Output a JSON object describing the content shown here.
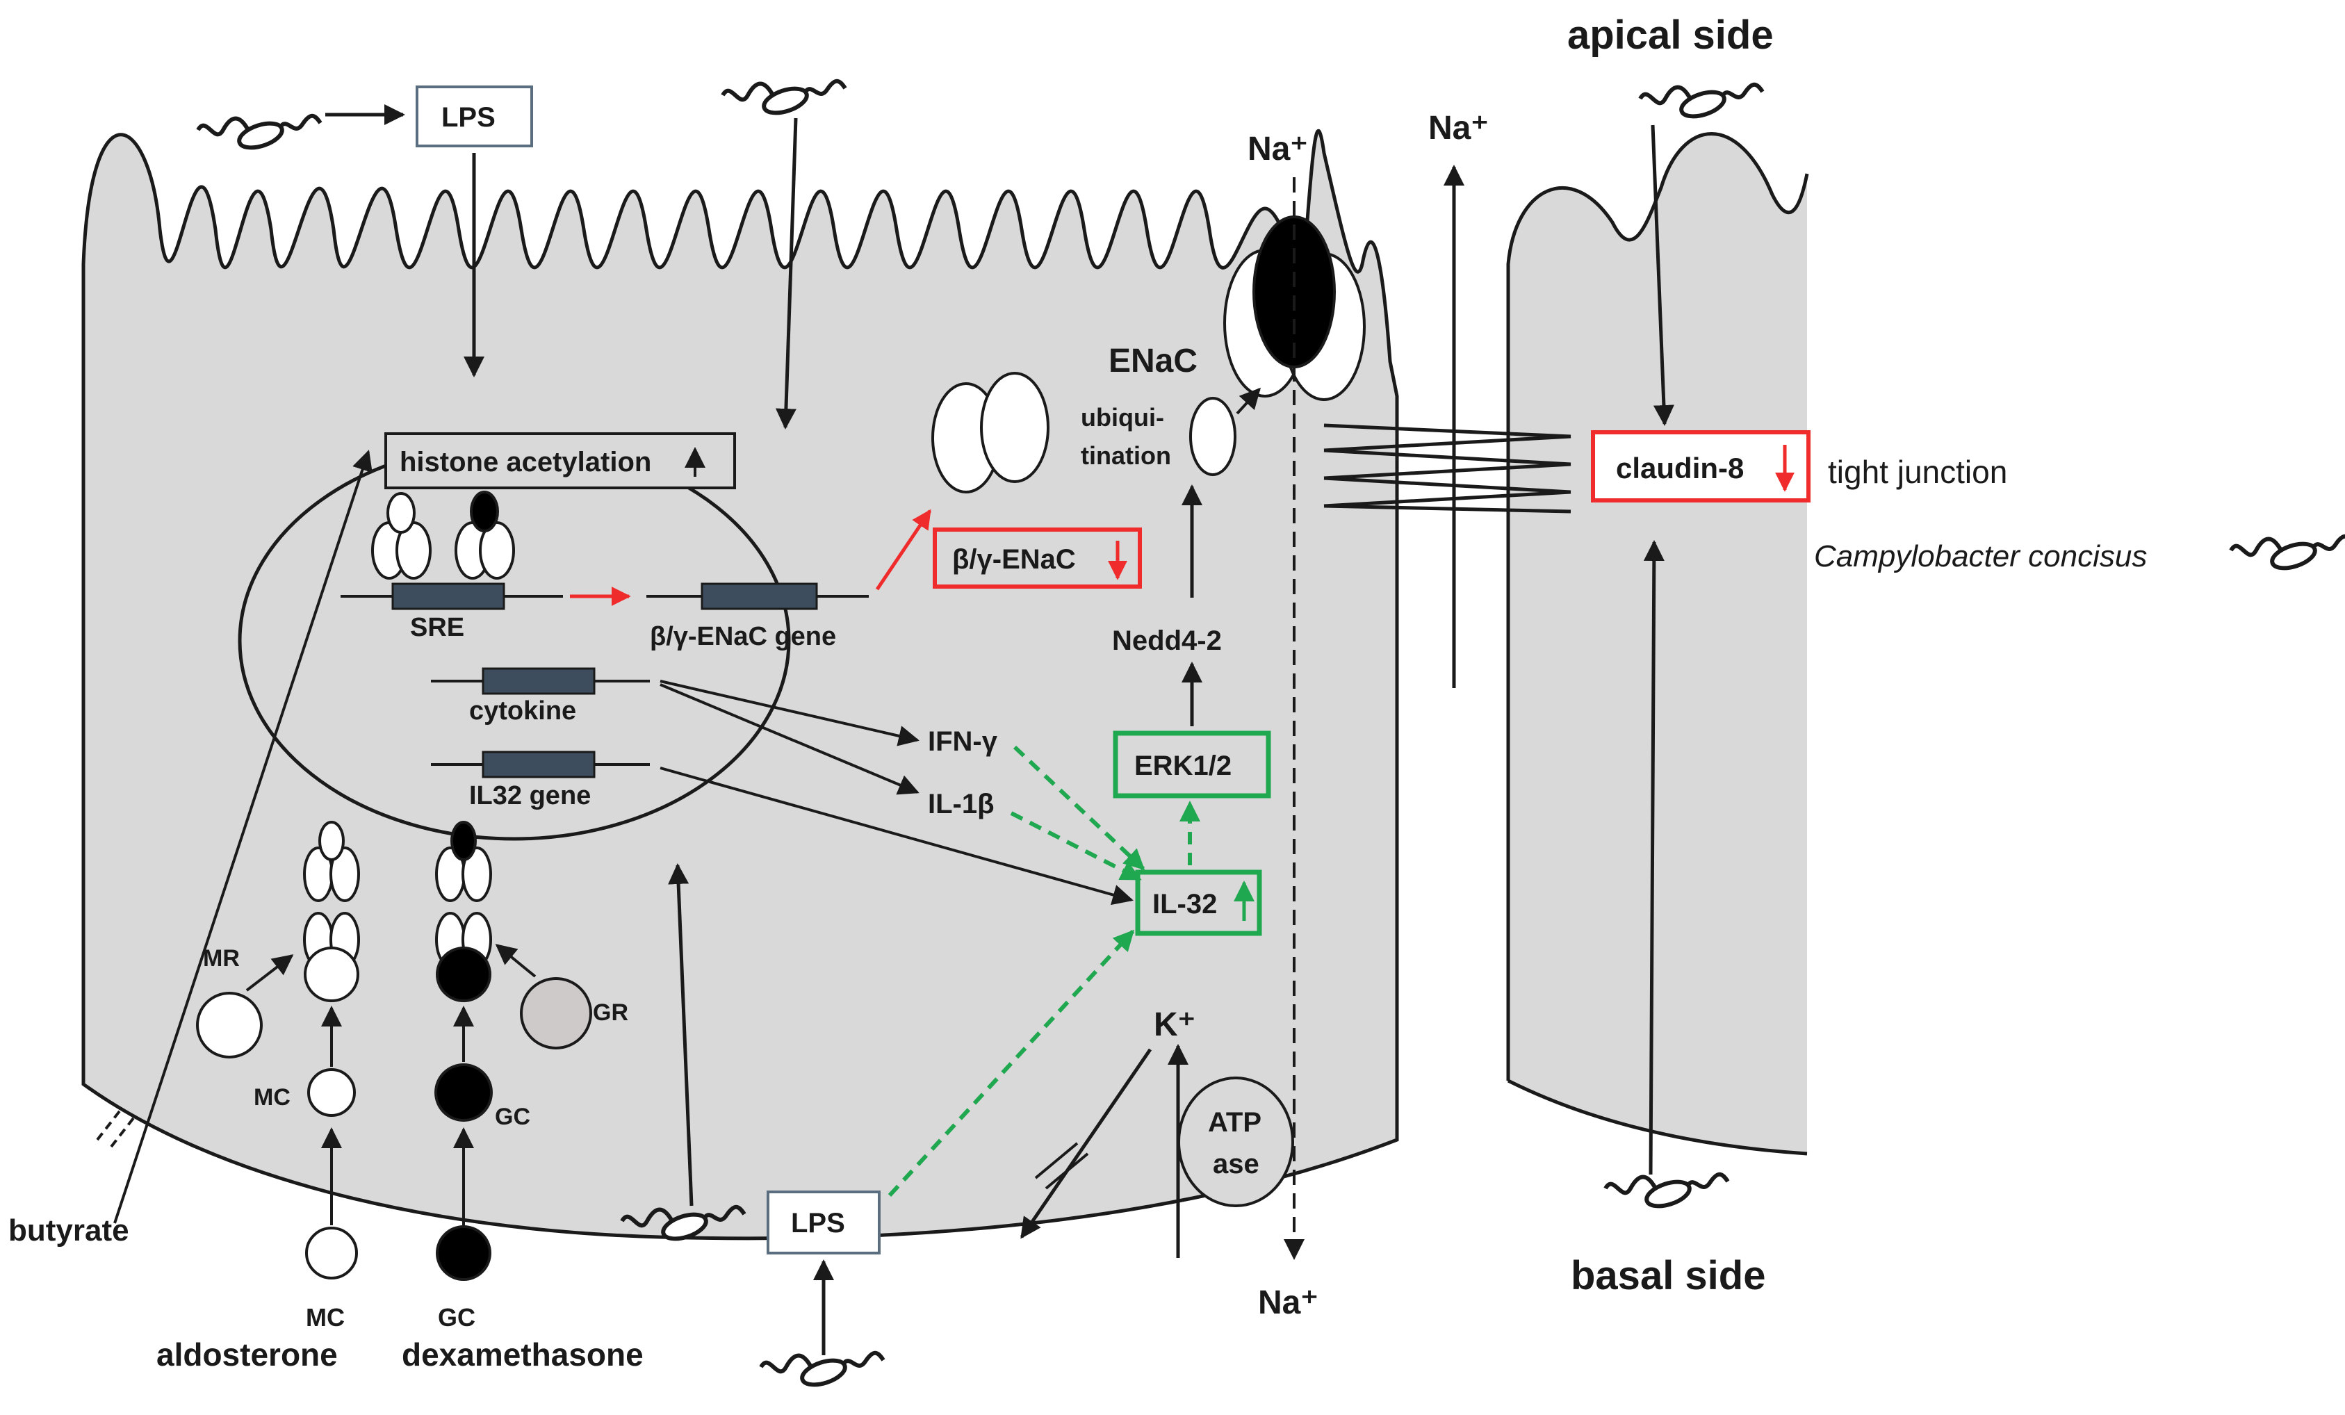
{
  "labels": {
    "apical_side": "apical side",
    "basal_side": "basal side",
    "lps_top": "LPS",
    "lps_bottom": "LPS",
    "na_top_left": "Na⁺",
    "na_top_right": "Na⁺",
    "na_bottom": "Na⁺",
    "k_ion": "K⁺",
    "enac": "ENaC",
    "ubiquitination_1": "ubiqui-",
    "ubiquitination_2": "tination",
    "claudin": "claudin-8",
    "tight_junction": "tight junction",
    "bacterium_name": "Campylobacter concisus",
    "histone": "histone  acetylation",
    "sre": "SRE",
    "enac_gene": "β/γ-ENaC gene",
    "enac_box": "β/γ-ENaC",
    "cytokine": "cytokine",
    "il32_gene": "IL32 gene",
    "ifn": "IFN-γ",
    "il1b": "IL-1β",
    "il32": "IL-32",
    "erk": "ERK1/2",
    "nedd": "Nedd4-2",
    "mr": "MR",
    "mc": "MC",
    "mc_bottom": "MC",
    "gr": "GR",
    "gc": "GC",
    "gc_bottom": "GC",
    "aldosterone": "aldosterone",
    "dexamethasone": "dexamethasone",
    "butyrate": "butyrate",
    "atp_1": "ATP",
    "atp_2": "ase"
  },
  "colors": {
    "cell_fill": "#d9d9d9",
    "outline": "#1a1a1a",
    "red": "#ef2b2b",
    "green": "#1fa84f",
    "lps_border": "#5a6e7f",
    "gene_box": "#3d4d5e",
    "gr_fill": "#cfcaca"
  }
}
